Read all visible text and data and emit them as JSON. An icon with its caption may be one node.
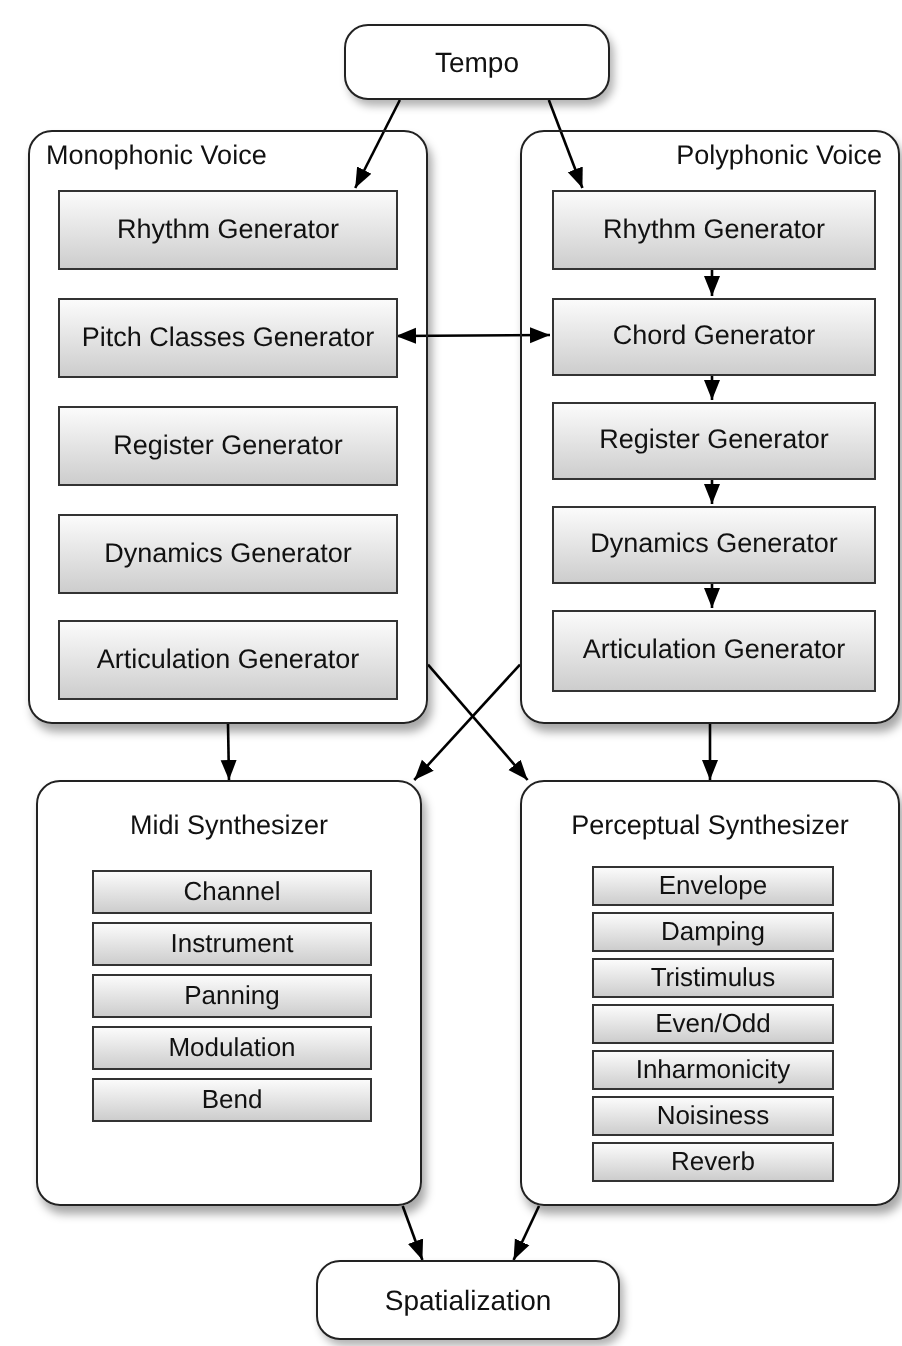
{
  "diagram": {
    "nodes": [
      {
        "text": [
          "Tempo"
        ]
      },
      {
        "text": [
          "Monophonic Voice"
        ]
      },
      {
        "text": [
          "Rhythm Generator"
        ],
        "in": 1
      },
      {
        "text": [
          "Pitch Classes Generator"
        ],
        "in": 1
      },
      {
        "text": [
          "Register Generator"
        ],
        "in": 1
      },
      {
        "text": [
          "Dynamics Generator"
        ],
        "in": 1
      },
      {
        "text": [
          "Articulation Generator"
        ],
        "in": 1
      },
      {
        "text": [
          "Polyphonic Voice"
        ]
      },
      {
        "text": [
          "Rhythm Generator"
        ],
        "in": 7
      },
      {
        "text": [
          "Chord Generator"
        ],
        "in": 7
      },
      {
        "text": [
          "Register Generator"
        ],
        "in": 7
      },
      {
        "text": [
          "Dynamics Generator"
        ],
        "in": 7
      },
      {
        "text": [
          "Articulation Generator"
        ],
        "in": 7
      },
      {
        "text": [
          "Midi Synthesizer"
        ]
      },
      {
        "text": [
          "Channel"
        ],
        "in": 13
      },
      {
        "text": [
          "Instrument"
        ],
        "in": 13
      },
      {
        "text": [
          "Panning"
        ],
        "in": 13
      },
      {
        "text": [
          "Modulation"
        ],
        "in": 13
      },
      {
        "text": [
          "Bend"
        ],
        "in": 13
      },
      {
        "text": [
          "Perceptual Synthesizer"
        ]
      },
      {
        "text": [
          "Envelope"
        ],
        "in": 19
      },
      {
        "text": [
          "Damping"
        ],
        "in": 19
      },
      {
        "text": [
          "Tristimulus"
        ],
        "in": 19
      },
      {
        "text": [
          "Even/Odd"
        ],
        "in": 19
      },
      {
        "text": [
          "Inharmonicity"
        ],
        "in": 19
      },
      {
        "text": [
          "Noisiness"
        ],
        "in": 19
      },
      {
        "text": [
          "Reverb"
        ],
        "in": 19
      },
      {
        "text": [
          "Spatialization"
        ]
      }
    ],
    "edges": [
      {
        "from": 0,
        "to": 2,
        "arrow": "to"
      },
      {
        "from": 0,
        "to": 8,
        "arrow": "to"
      },
      {
        "from": 3,
        "to": 9,
        "arrow": "both"
      },
      {
        "from": 8,
        "to": 9,
        "arrow": "to"
      },
      {
        "from": 9,
        "to": 10,
        "arrow": "to"
      },
      {
        "from": 10,
        "to": 11,
        "arrow": "to"
      },
      {
        "from": 11,
        "to": 12,
        "arrow": "to"
      },
      {
        "from": 1,
        "to": 13,
        "arrow": "to"
      },
      {
        "from": 1,
        "to": 19,
        "arrow": "to"
      },
      {
        "from": 7,
        "to": 13,
        "arrow": "to"
      },
      {
        "from": 7,
        "to": 19,
        "arrow": "to"
      },
      {
        "from": 13,
        "to": 27,
        "arrow": "to"
      },
      {
        "from": 19,
        "to": 27,
        "arrow": "to"
      }
    ]
  }
}
